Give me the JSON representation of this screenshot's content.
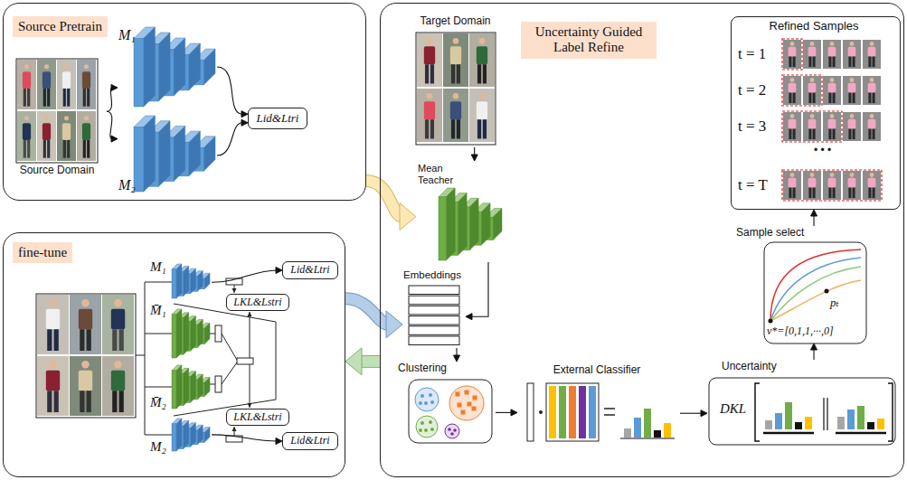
{
  "diagram": {
    "nodes": [
      {
        "text": [
          "Source Pretrain"
        ]
      },
      {
        "text": [
          "Source Domain"
        ],
        "in": 0
      },
      {
        "text": [
          "M₁"
        ],
        "in": 0
      },
      {
        "text": [
          "M₂"
        ],
        "in": 0
      },
      {
        "text": [
          "Lid&Ltri"
        ],
        "in": 0
      },
      {
        "text": [
          "fine-tune"
        ]
      },
      {
        "text": [
          "M₁"
        ],
        "in": 5
      },
      {
        "text": [
          "M̄₁"
        ],
        "in": 5
      },
      {
        "text": [
          "M̄₂"
        ],
        "in": 5
      },
      {
        "text": [
          "M₂"
        ],
        "in": 5
      },
      {
        "text": [
          "Lid&Ltri"
        ],
        "in": 5
      },
      {
        "text": [
          "LKL&Lstri"
        ],
        "in": 5
      },
      {
        "text": [
          "LKL&Lstri"
        ],
        "in": 5
      },
      {
        "text": [
          "Lid&Ltri"
        ],
        "in": 5
      },
      {
        "text": [
          "Uncertainty Guided Label Refine"
        ]
      },
      {
        "text": [
          "Target Domain"
        ],
        "in": 14
      },
      {
        "text": [
          "Mean Teacher"
        ],
        "in": 14
      },
      {
        "text": [
          "Embeddings"
        ],
        "in": 14
      },
      {
        "text": [
          "Clustering"
        ],
        "in": 14
      },
      {
        "text": [
          "External Classifier"
        ],
        "in": 14
      },
      {
        "text": [
          "Uncertainty",
          "DKL"
        ],
        "in": 14
      },
      {
        "text": [
          "Sample select",
          "pₜ",
          "v*=[0,1,1,···,0]"
        ],
        "in": 14
      },
      {
        "text": [
          "Refined Samples",
          "t = 1",
          "t = 2",
          "t = 3",
          "• • •",
          "t = T"
        ],
        "in": 14
      }
    ],
    "edges": [
      {
        "from": 1,
        "to": 2,
        "arrow": "to"
      },
      {
        "from": 1,
        "to": 3,
        "arrow": "to"
      },
      {
        "from": 2,
        "to": 4,
        "arrow": "to"
      },
      {
        "from": 3,
        "to": 4,
        "arrow": "to"
      },
      {
        "from": 6,
        "to": 10,
        "arrow": "to"
      },
      {
        "from": 9,
        "to": 13,
        "arrow": "to"
      },
      {
        "from": 0,
        "to": 16,
        "arrow": "to"
      },
      {
        "from": 15,
        "to": 16,
        "arrow": "to"
      },
      {
        "from": 16,
        "to": 17,
        "arrow": "to"
      },
      {
        "from": 5,
        "to": 17,
        "arrow": "to"
      },
      {
        "from": 17,
        "to": 18,
        "arrow": "to"
      },
      {
        "from": 18,
        "to": 19,
        "arrow": "to"
      },
      {
        "from": 19,
        "to": 20,
        "arrow": "to"
      },
      {
        "from": 20,
        "to": 21,
        "arrow": "to"
      },
      {
        "from": 21,
        "to": 22,
        "arrow": "to"
      },
      {
        "from": 14,
        "to": 5,
        "arrow": "to"
      }
    ]
  }
}
